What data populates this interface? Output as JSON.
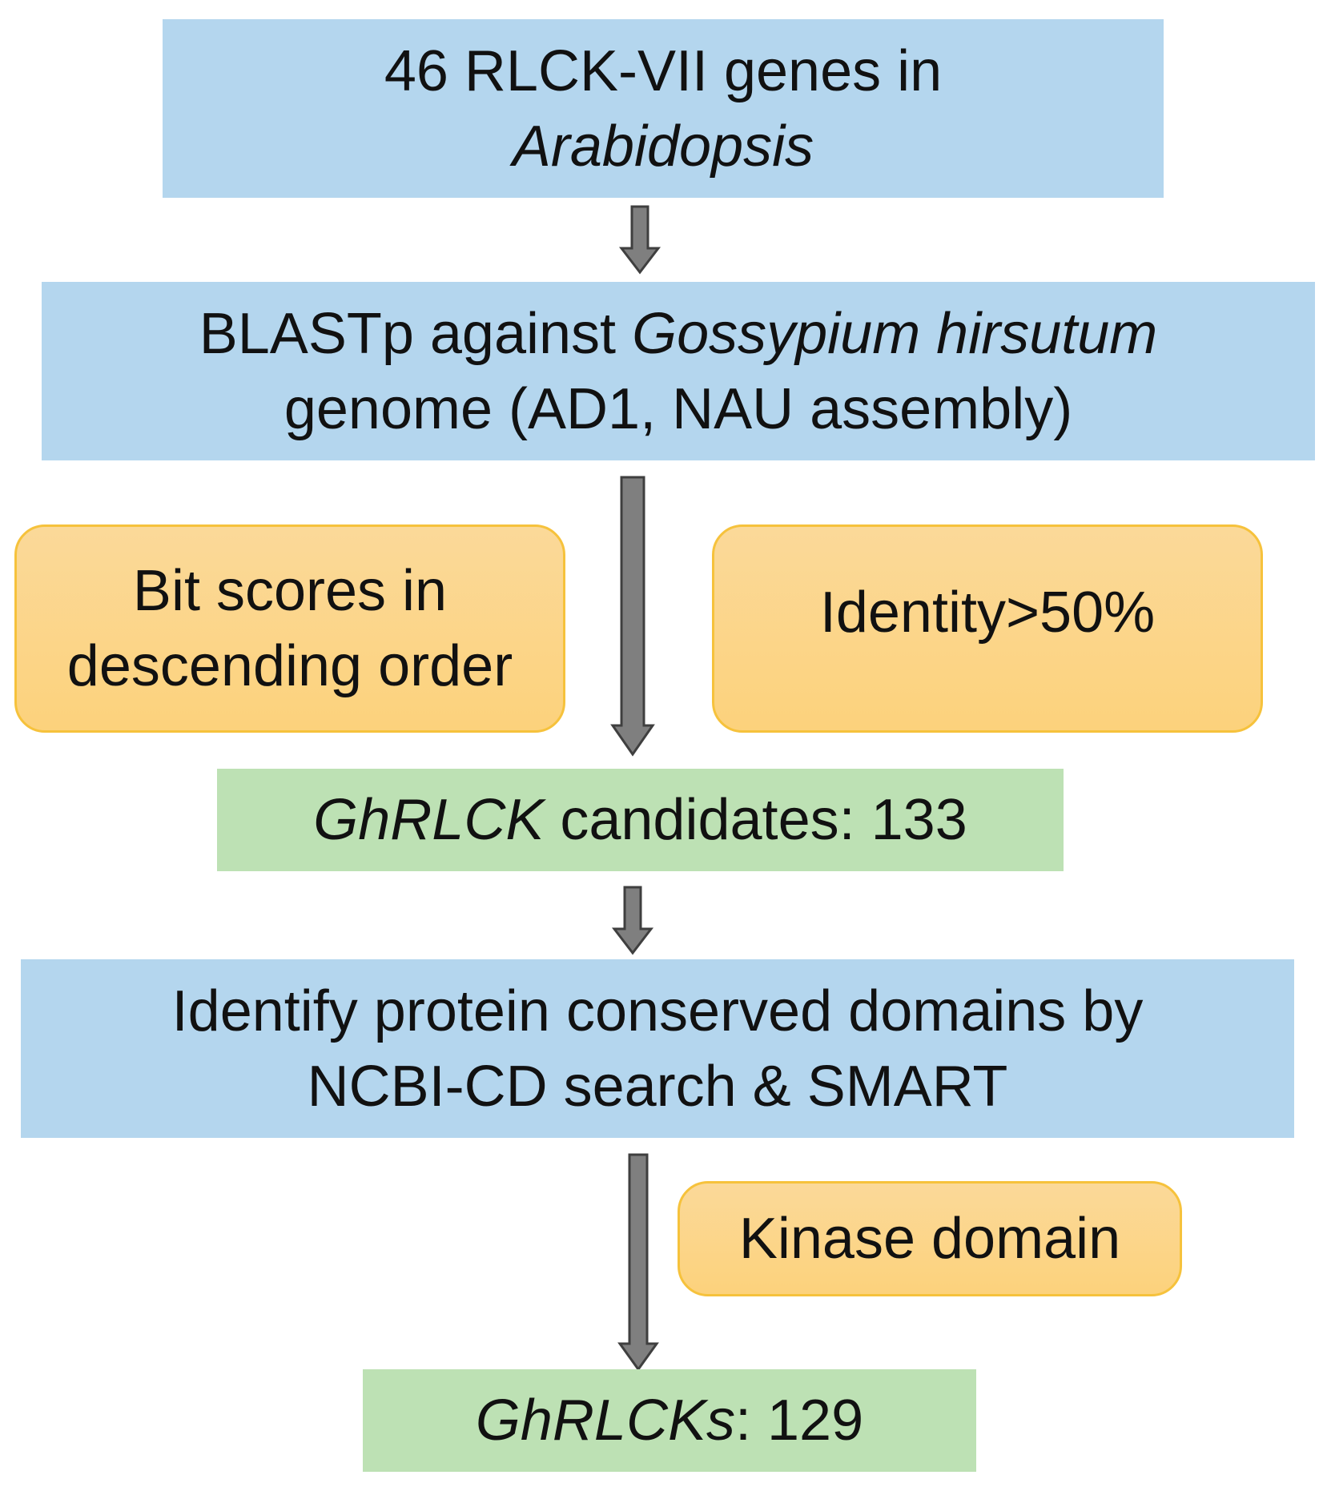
{
  "boxes": {
    "start": {
      "line1": "46 RLCK-VII genes in",
      "line2_italic": "Arabidopsis"
    },
    "blast": {
      "line1_prefix": "BLASTp against ",
      "line1_italic": "Gossypium hirsutum",
      "line2": "genome (AD1, NAU assembly)"
    },
    "bitscore": {
      "line1": "Bit scores in",
      "line2": "descending order"
    },
    "identity": {
      "text": "Identity>50%"
    },
    "candidates": {
      "italic": "GhRLCK",
      "rest": " candidates: 133"
    },
    "identify": {
      "line1": "Identify protein conserved domains by",
      "line2": "NCBI-CD search & SMART"
    },
    "kinase": {
      "text": "Kinase domain"
    },
    "final": {
      "italic": "GhRLCKs",
      "rest": ": 129"
    }
  },
  "colors": {
    "process_box": "#b4d6ee",
    "criteria_box": "#fcd27c",
    "criteria_border": "#f6c23c",
    "result_box": "#bde1b4",
    "arrow_fill": "#7f7f7f",
    "arrow_stroke": "#3f3f3f"
  }
}
